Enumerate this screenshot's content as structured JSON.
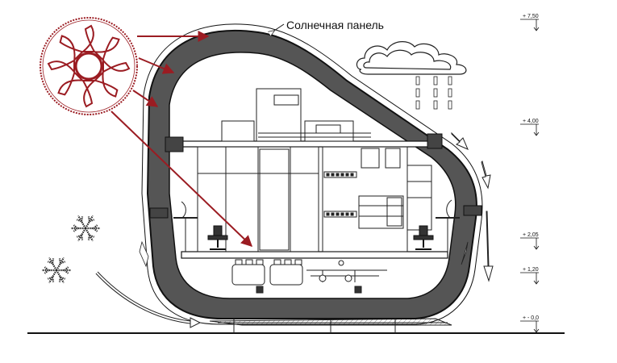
{
  "annotations": {
    "solar_panel": "Солнечная панель"
  },
  "levels": [
    "+ 7,50",
    "+ 4,00",
    "+ 2,05",
    "+ 1,20",
    "+ - 0,0"
  ],
  "colors": {
    "shell": "#555555",
    "accent_red": "#9b1c22",
    "line": "#111111"
  }
}
